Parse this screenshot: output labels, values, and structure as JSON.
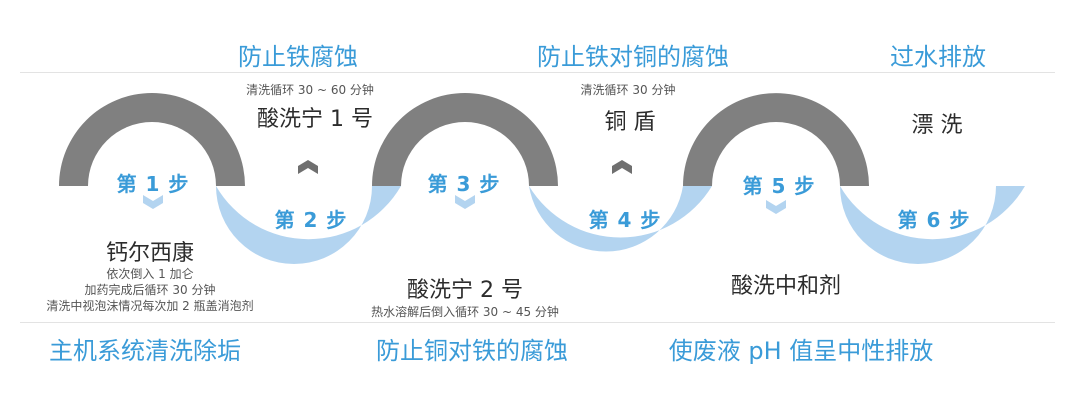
{
  "top_labels": [
    "防止铁腐蚀",
    "防止铁对铜的腐蚀",
    "过水排放"
  ],
  "bottom_labels": [
    "主机系统清洗除垢",
    "防止铜对铁的腐蚀",
    "使废液 pH 值呈中性排放"
  ],
  "steps": [
    "第 1 步",
    "第 2 步",
    "第 3 步",
    "第 4 步",
    "第 5 步",
    "第 6 步"
  ],
  "products": {
    "step1": "钙尔西康",
    "step2": "酸洗宁 1 号",
    "step3": "酸洗宁 2 号",
    "step4": "铜 盾",
    "step5": "酸洗中和剂",
    "step6": "漂 洗"
  },
  "notes": {
    "step1": [
      "依次倒入 1 加仑",
      "加药完成后循环 30 分钟",
      "清洗中视泡沫情况每次加 2 瓶盖消泡剂"
    ],
    "step2": "清洗循环 30 ~ 60 分钟",
    "step3": "热水溶解后倒入循环 30 ~ 45 分钟",
    "step4": "清洗循环 30 分钟"
  },
  "colors": {
    "arc_gray": "#808080",
    "arc_blue": "#b3d4f0",
    "accent": "#3a9bd8"
  }
}
